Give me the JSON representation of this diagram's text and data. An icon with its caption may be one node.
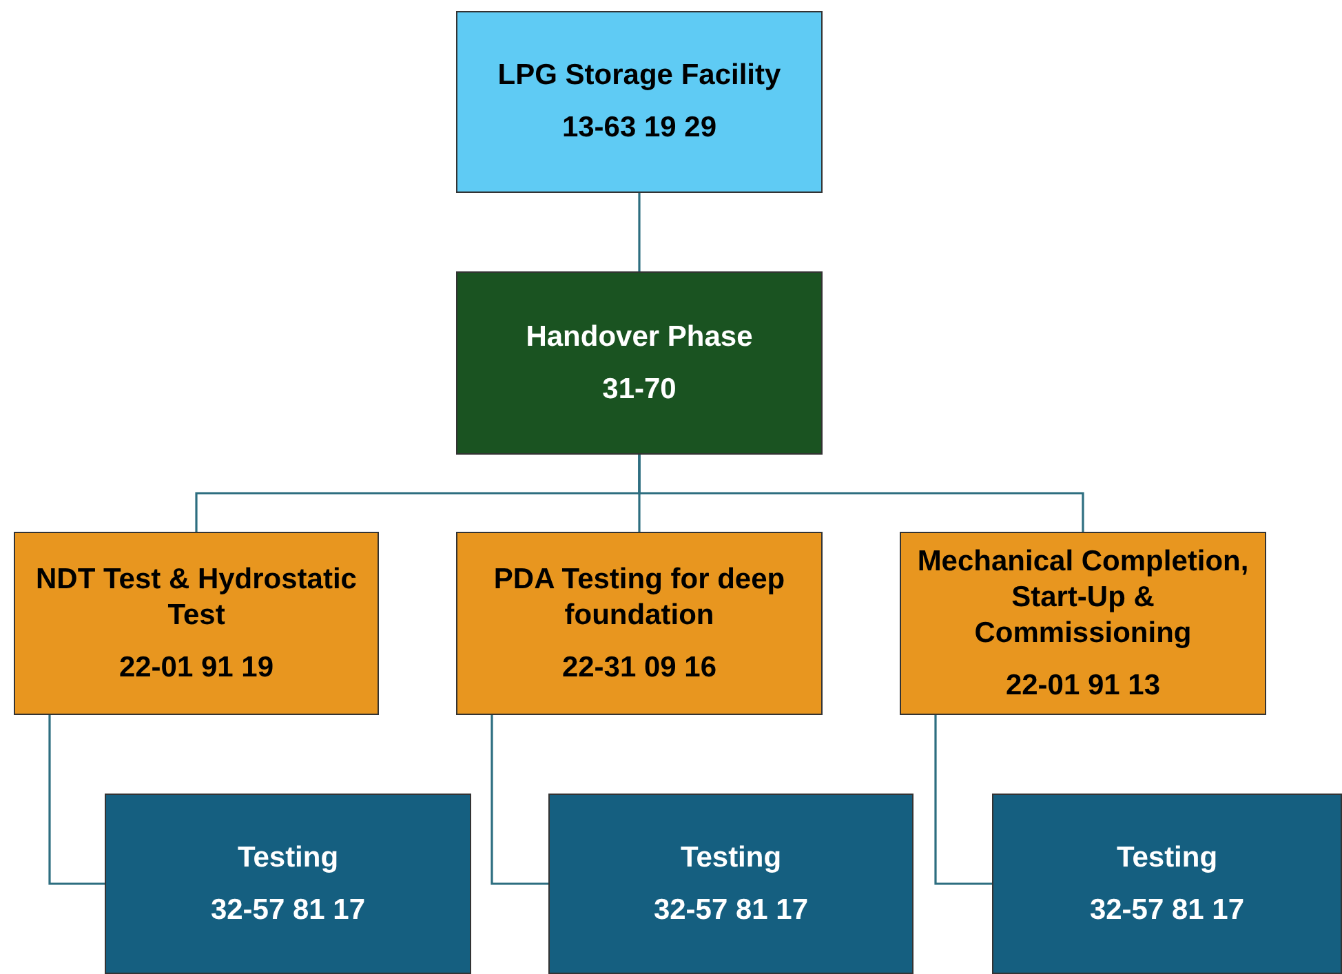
{
  "diagram": {
    "nodes": [
      {
        "text": [
          "LPG Storage Facility",
          "13-63 19 29"
        ]
      },
      {
        "text": [
          "Handover Phase",
          "31-70"
        ]
      },
      {
        "text": [
          "NDT Test & Hydrostatic Test",
          "22-01 91 19"
        ]
      },
      {
        "text": [
          "PDA Testing for deep foundation",
          "22-31 09 16"
        ]
      },
      {
        "text": [
          "Mechanical Completion, Start-Up & Commissioning",
          "22-01 91 13"
        ]
      },
      {
        "text": [
          "Testing",
          "32-57 81 17"
        ]
      },
      {
        "text": [
          "Testing",
          "32-57 81 17"
        ]
      },
      {
        "text": [
          "Testing",
          "32-57 81 17"
        ]
      }
    ],
    "edges": [
      {
        "from": 0,
        "to": 1,
        "arrow": "none"
      },
      {
        "from": 1,
        "to": 2,
        "arrow": "none"
      },
      {
        "from": 1,
        "to": 3,
        "arrow": "none"
      },
      {
        "from": 1,
        "to": 4,
        "arrow": "none"
      },
      {
        "from": 2,
        "to": 5,
        "arrow": "none"
      },
      {
        "from": 3,
        "to": 6,
        "arrow": "none"
      },
      {
        "from": 4,
        "to": 7,
        "arrow": "none"
      }
    ]
  }
}
